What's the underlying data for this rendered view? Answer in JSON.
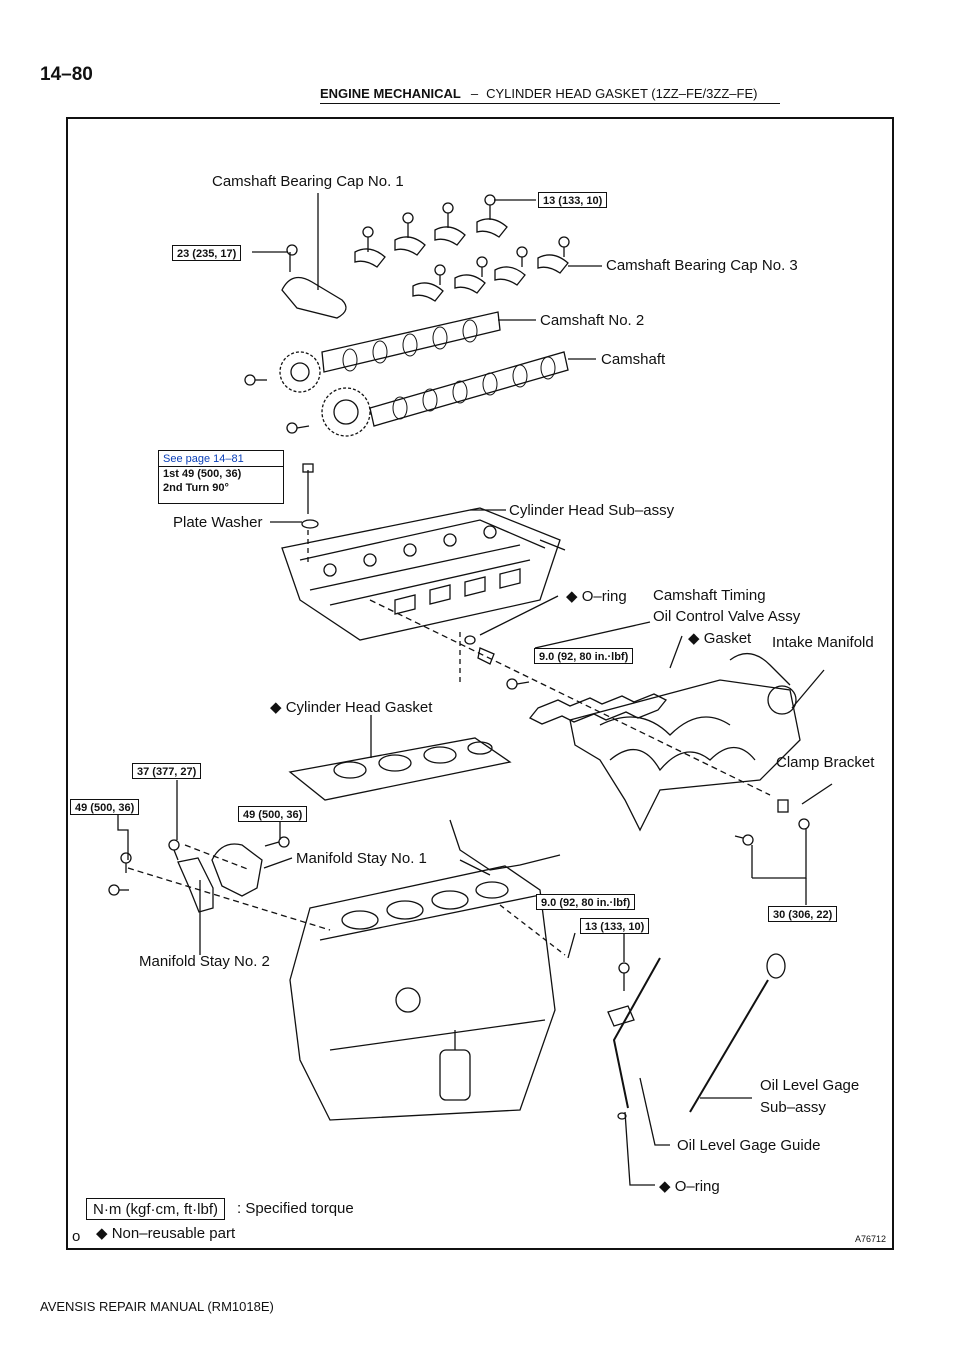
{
  "page": {
    "number": "14–80",
    "section": "ENGINE MECHANICAL",
    "separator": "–",
    "subsection": "CYLINDER HEAD GASKET (1ZZ–FE/3ZZ–FE)",
    "footer": "AVENSIS REPAIR MANUAL   (RM1018E)",
    "figure_code": "A76712"
  },
  "labels": {
    "cam_cap_1": "Camshaft Bearing Cap No. 1",
    "cam_cap_3": "Camshaft Bearing Cap No. 3",
    "camshaft_2": "Camshaft No. 2",
    "camshaft": "Camshaft",
    "plate_washer": "Plate Washer",
    "cyl_head": "Cylinder Head Sub–assy",
    "o_ring_1": "◆ O–ring",
    "ocv_1": "Camshaft Timing",
    "ocv_2": "Oil Control Valve Assy",
    "gasket": "◆ Gasket",
    "intake_manifold": "Intake Manifold",
    "cyl_head_gasket": "◆ Cylinder Head Gasket",
    "clamp_bracket": "Clamp Bracket",
    "manifold_stay_1": "Manifold Stay No. 1",
    "manifold_stay_2": "Manifold Stay No. 2",
    "oil_gage_1": "Oil Level Gage",
    "oil_gage_2": "Sub–assy",
    "oil_gage_guide": "Oil Level Gage Guide",
    "o_ring_2": "◆ O–ring"
  },
  "torques": {
    "t1": "13 (133, 10)",
    "t2": "23 (235, 17)",
    "t3": "9.0 (92, 80 in.·lbf)",
    "t4": "37 (377, 27)",
    "t5": "49 (500, 36)",
    "t6": "49 (500, 36)",
    "t7": "9.0 (92, 80 in.·lbf)",
    "t8": "13 (133, 10)",
    "t9": "30 (306, 22)"
  },
  "spec_box": {
    "link": "See page 14–81",
    "line1": "1st 49 (500, 36)",
    "line2": "2nd Turn 90°"
  },
  "legend": {
    "unit": "N·m (kgf·cm, ft·lbf)",
    "unit_desc": ": Specified torque",
    "nonreusable": "◆ Non–reusable part",
    "marker": "o"
  }
}
